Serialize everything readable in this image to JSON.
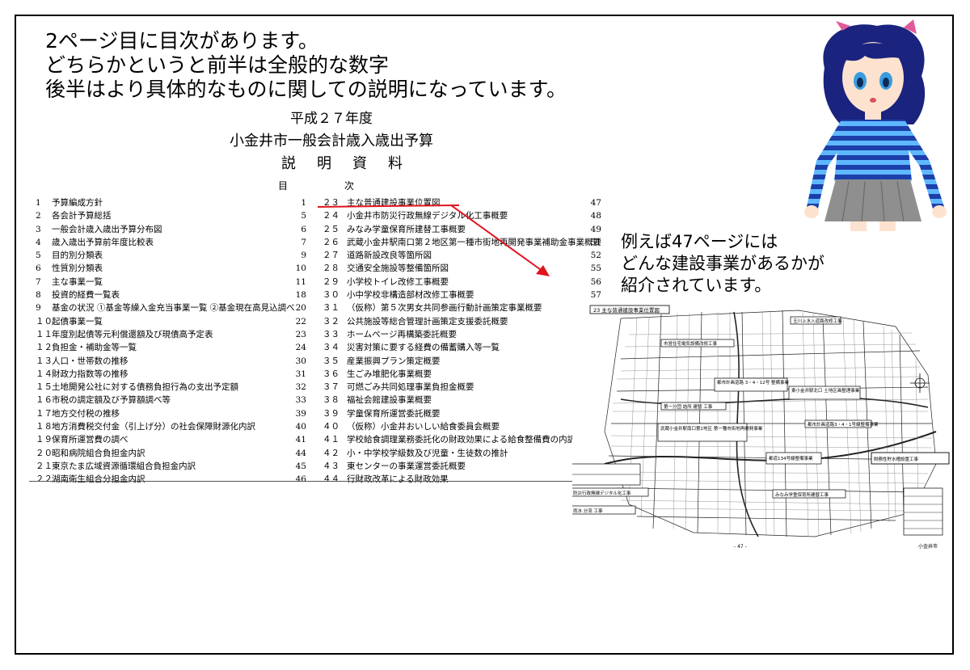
{
  "intro": {
    "line1": "2ページ目に目次があります。",
    "line2": "どちらかというと前半は全般的な数字",
    "line3": "後半はより具体的なものに関しての説明になっています。"
  },
  "document": {
    "year": "平成２７年度",
    "title": "小金井市一般会計歳入歳出予算",
    "subtitle": "説明資料",
    "toc_label_left": "目",
    "toc_label_right": "次",
    "left": [
      {
        "num": "1",
        "title": "予算編成方針",
        "page": "1"
      },
      {
        "num": "2",
        "title": "各会計予算総括",
        "page": "5"
      },
      {
        "num": "3",
        "title": "一般会計歳入歳出予算分布図",
        "page": "6"
      },
      {
        "num": "4",
        "title": "歳入歳出予算前年度比較表",
        "page": "7"
      },
      {
        "num": "5",
        "title": "目的別分類表",
        "page": "9"
      },
      {
        "num": "6",
        "title": "性質別分類表",
        "page": "10"
      },
      {
        "num": "7",
        "title": "主な事業一覧",
        "page": "11"
      },
      {
        "num": "8",
        "title": "投資的経費一覧表",
        "page": "18"
      },
      {
        "num": "9",
        "title": "基金の状況 ①基金等繰入金充当事業一覧 ②基金現在高見込調べ",
        "page": "20"
      },
      {
        "num": "１０",
        "title": "起債事業一覧",
        "page": "22"
      },
      {
        "num": "１１",
        "title": "年度別起債等元利償還額及び現債高予定表",
        "page": "23"
      },
      {
        "num": "１２",
        "title": "負担金・補助金等一覧",
        "page": "24"
      },
      {
        "num": "１３",
        "title": "人口・世帯数の推移",
        "page": "30"
      },
      {
        "num": "１４",
        "title": "財政力指数等の推移",
        "page": "31"
      },
      {
        "num": "１５",
        "title": "土地開発公社に対する債務負担行為の支出予定額",
        "page": "32"
      },
      {
        "num": "１６",
        "title": "市税の調定額及び予算額調べ等",
        "page": "33"
      },
      {
        "num": "１７",
        "title": "地方交付税の推移",
        "page": "39"
      },
      {
        "num": "１８",
        "title": "地方消費税交付金（引上げ分）の社会保障財源化内訳",
        "page": "40"
      },
      {
        "num": "１９",
        "title": "保育所運営費の調べ",
        "page": "41"
      },
      {
        "num": "２０",
        "title": "昭和病院組合負担金内訳",
        "page": "44"
      },
      {
        "num": "２１",
        "title": "東京たま広域資源循環組合負担金内訳",
        "page": "45"
      },
      {
        "num": "２２",
        "title": "湖南衛生組合分担金内訳",
        "page": "46"
      }
    ],
    "right": [
      {
        "num": "２３",
        "title": "主な普通建設事業位置図",
        "page": "47"
      },
      {
        "num": "２４",
        "title": "小金井市防災行政無線デジタル化工事概要",
        "page": "48"
      },
      {
        "num": "２５",
        "title": "みなみ学童保育所建替工事概要",
        "page": "49"
      },
      {
        "num": "２６",
        "title": "武蔵小金井駅南口第２地区第一種市街地再開発事業補助金事業概要",
        "page": "51"
      },
      {
        "num": "２７",
        "title": "道路新設改良等箇所図",
        "page": "52"
      },
      {
        "num": "２８",
        "title": "交通安全施設等整備箇所図",
        "page": "55"
      },
      {
        "num": "２９",
        "title": "小学校トイレ改修工事概要",
        "page": "56"
      },
      {
        "num": "３０",
        "title": "小中学校非構造部材改修工事概要",
        "page": "57"
      },
      {
        "num": "３１",
        "title": "（仮称）第５次男女共同参画行動計画策定事業概要",
        "page": ""
      },
      {
        "num": "３２",
        "title": "公共施設等総合管理計画策定支援委託概要",
        "page": ""
      },
      {
        "num": "３３",
        "title": "ホームページ再構築委託概要",
        "page": ""
      },
      {
        "num": "３４",
        "title": "災害対策に要する経費の備蓄購入等一覧",
        "page": ""
      },
      {
        "num": "３５",
        "title": "産業振興プラン策定概要",
        "page": ""
      },
      {
        "num": "３６",
        "title": "生ごみ堆肥化事業概要",
        "page": ""
      },
      {
        "num": "３７",
        "title": "可燃ごみ共同処理事業負担金概要",
        "page": ""
      },
      {
        "num": "３８",
        "title": "福祉会館建設事業概要",
        "page": ""
      },
      {
        "num": "３９",
        "title": "学童保育所運営委託概要",
        "page": ""
      },
      {
        "num": "４０",
        "title": "（仮称）小金井おいしい給食委員会概要",
        "page": ""
      },
      {
        "num": "４１",
        "title": "学校給食調理業務委託化の財政効果による給食整備費の内訳",
        "page": ""
      },
      {
        "num": "４２",
        "title": "小・中学校学級数及び児童・生徒数の推計",
        "page": ""
      },
      {
        "num": "４３",
        "title": "東センターの事業運営委託概要",
        "page": ""
      },
      {
        "num": "４４",
        "title": "行財政改革による財政効果",
        "page": ""
      }
    ]
  },
  "callout": {
    "line1": "例えば47ページには",
    "line2": "どんな建設事業があるかが",
    "line3": "紹介されています。"
  },
  "map": {
    "heading": "23 主な普通建設事業位置図",
    "labels": [
      "市営住宅電気設備改修工事",
      "都市計画道路 3・4・12号 整備事業",
      "東小金井駅北口 土地区画整理事業",
      "都市計画道路3・4・1号線整備事業",
      "武蔵小金井駅南口第2地区 第一種市街地再開発事業",
      "都道134号線整備事業",
      "財務性貯水槽設置工事",
      "みなみ学童保育所建替工事",
      "防災行政無線デジタル化工事",
      "雨水 分流 工事",
      "第一分団 詰所 建替 工事"
    ],
    "page_number": "- 47 -",
    "city": "小金井市"
  },
  "colors": {
    "arrow": "#e0141e",
    "underline": "#e0141e",
    "stripe_dark": "#1c3faa",
    "stripe_light": "#5fb8ff"
  }
}
